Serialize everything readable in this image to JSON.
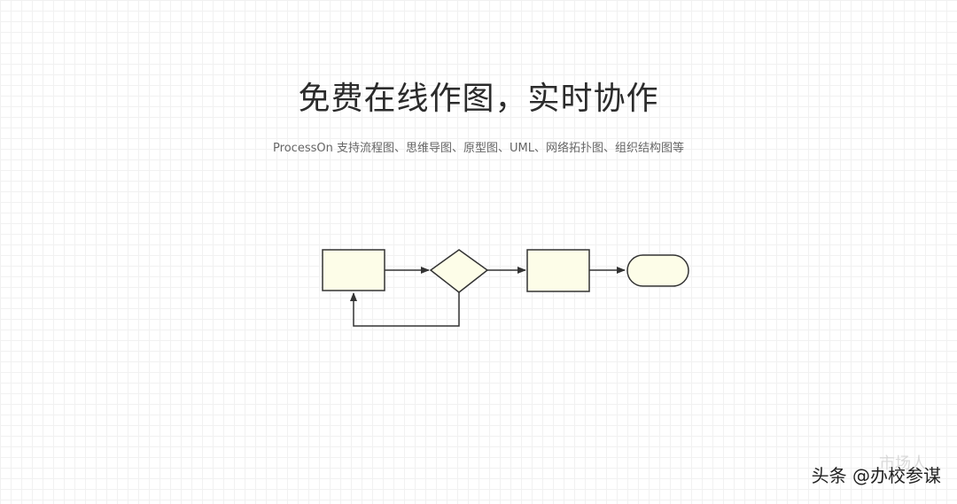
{
  "hero": {
    "title": "免费在线作图，实时协作",
    "subtitle": "ProcessOn 支持流程图、思维导图、原型图、UML、网络拓扑图、组织结构图等"
  },
  "diagram": {
    "shape_fill": "#fdfde8",
    "stroke": "#333333"
  },
  "watermark": {
    "text": "头条 @办校参谋",
    "ghost_text": "市场人"
  }
}
